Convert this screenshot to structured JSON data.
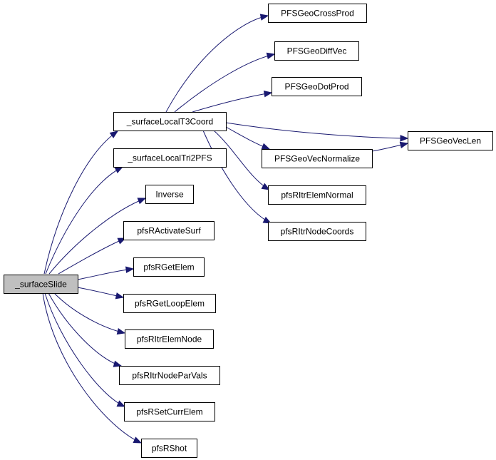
{
  "graph": {
    "edge_color": "#191970",
    "root_fill": "#bfbfbf",
    "nodes": [
      {
        "id": "root",
        "label": "_surfaceSlide",
        "root": true
      },
      {
        "id": "l3c",
        "label": "_surfaceLocalT3Coord"
      },
      {
        "id": "ltp",
        "label": "_surfaceLocalTri2PFS"
      },
      {
        "id": "inv",
        "label": "Inverse"
      },
      {
        "id": "act",
        "label": "pfsRActivateSurf"
      },
      {
        "id": "ge",
        "label": "pfsRGetElem"
      },
      {
        "id": "gle",
        "label": "pfsRGetLoopElem"
      },
      {
        "id": "ien",
        "label": "pfsRItrElemNode"
      },
      {
        "id": "inpv",
        "label": "pfsRItrNodeParVals"
      },
      {
        "id": "sce",
        "label": "pfsRSetCurrElem"
      },
      {
        "id": "shot",
        "label": "pfsRShot"
      },
      {
        "id": "gcp",
        "label": "PFSGeoCrossProd"
      },
      {
        "id": "gdv",
        "label": "PFSGeoDiffVec"
      },
      {
        "id": "gdp",
        "label": "PFSGeoDotProd"
      },
      {
        "id": "gvn",
        "label": "PFSGeoVecNormalize"
      },
      {
        "id": "ienorm",
        "label": "pfsRItrElemNormal"
      },
      {
        "id": "inc",
        "label": "pfsRItrNodeCoords"
      },
      {
        "id": "gvl",
        "label": "PFSGeoVecLen"
      }
    ],
    "edges": [
      [
        "root",
        "l3c"
      ],
      [
        "root",
        "ltp"
      ],
      [
        "root",
        "inv"
      ],
      [
        "root",
        "act"
      ],
      [
        "root",
        "ge"
      ],
      [
        "root",
        "gle"
      ],
      [
        "root",
        "ien"
      ],
      [
        "root",
        "inpv"
      ],
      [
        "root",
        "sce"
      ],
      [
        "root",
        "shot"
      ],
      [
        "l3c",
        "gcp"
      ],
      [
        "l3c",
        "gdv"
      ],
      [
        "l3c",
        "gdp"
      ],
      [
        "l3c",
        "gvl"
      ],
      [
        "l3c",
        "gvn"
      ],
      [
        "l3c",
        "ienorm"
      ],
      [
        "l3c",
        "inc"
      ],
      [
        "gvn",
        "gvl"
      ]
    ]
  }
}
